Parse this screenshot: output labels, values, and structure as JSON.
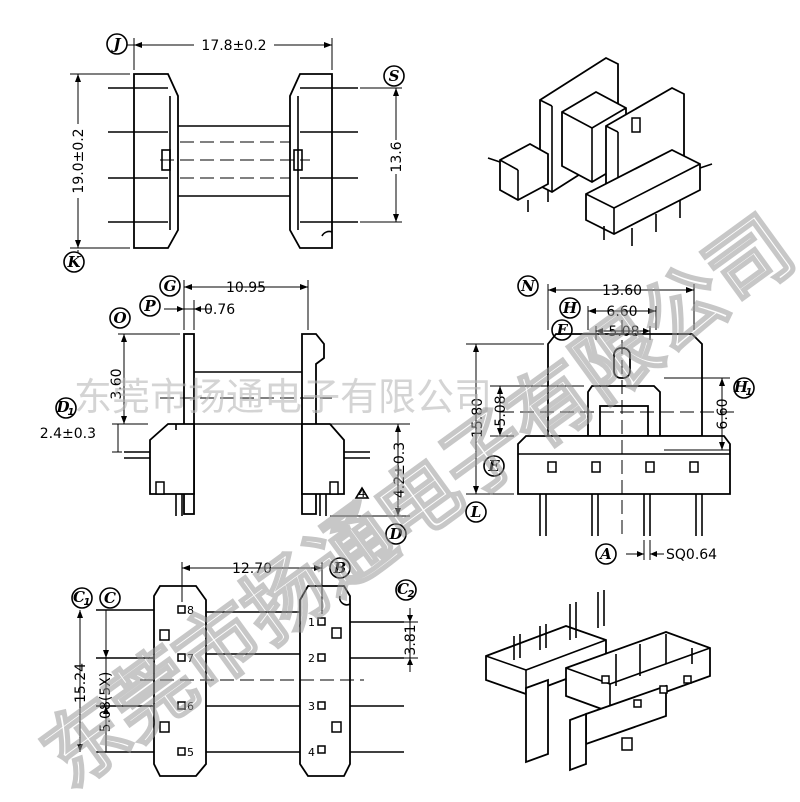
{
  "labels": {
    "J": "J",
    "S": "S",
    "K": "K",
    "G": "G",
    "P": "P",
    "O": "O",
    "D1_main": "D",
    "D1_sub": "1",
    "D": "D",
    "N": "N",
    "H": "H",
    "F": "F",
    "H1_main": "H",
    "H1_sub": "1",
    "E": "E",
    "L": "L",
    "A": "A",
    "C1_main": "C",
    "C1_sub": "1",
    "C": "C",
    "B": "B",
    "C2_main": "C",
    "C2_sub": "2"
  },
  "dimensions": {
    "d_17_8": "17.8±0.2",
    "d_19_0": "19.0±0.2",
    "d_13_6": "13.6",
    "d_10_95": "10.95",
    "d_0_76": "0.76",
    "d_3_60": "3.60",
    "d_2_4": "2.4±0.3",
    "d_4_2": "4.2±0.3",
    "note_4": "4",
    "d_13_60": "13.60",
    "d_6_60_top": "6.60",
    "d_5_08_top": "5.08",
    "d_15_80": "15.80",
    "d_5_08_side": "5.08",
    "d_6_60_side": "6.60",
    "sq": "SQ0.64",
    "d_12_70": "12.70",
    "d_3_81": "3.81",
    "d_15_24": "15.24",
    "d_5_08_5x": "5.08(5X)"
  },
  "pin_numbers": [
    "8",
    "7",
    "6",
    "5",
    "1",
    "2",
    "3",
    "4"
  ],
  "watermark": {
    "big": "东莞市扬通电子有限公司",
    "line": "东莞市扬通电子有限公司"
  }
}
